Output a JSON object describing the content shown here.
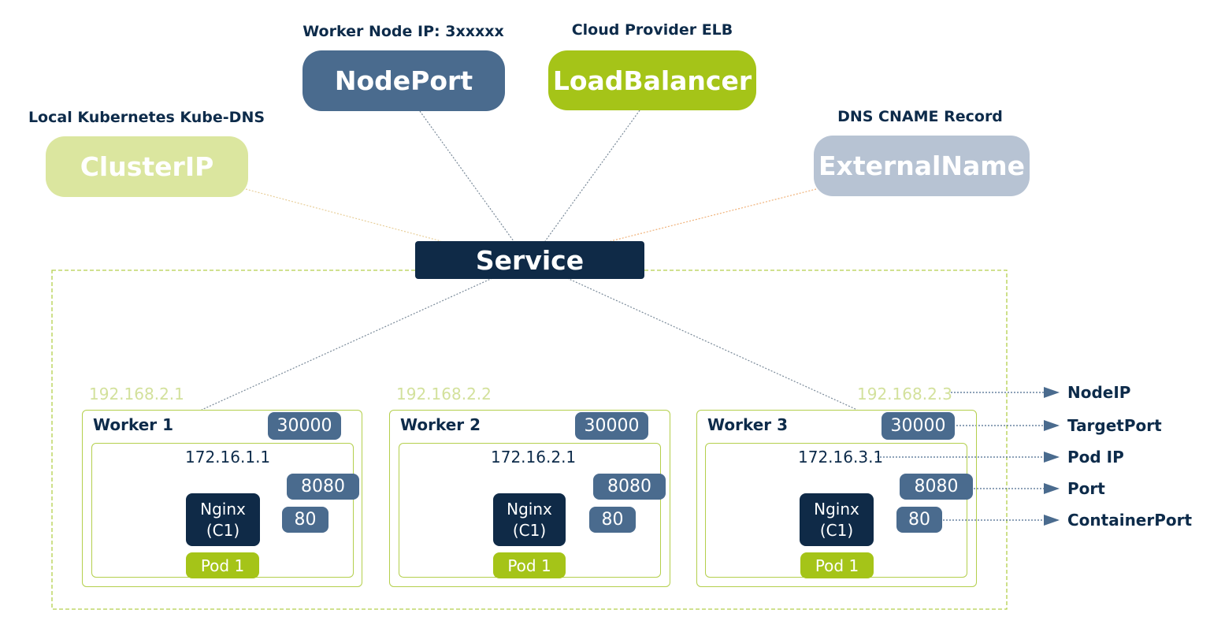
{
  "service_types": {
    "nodeport": {
      "label": "NodePort",
      "caption": "Worker Node IP: 3xxxxx"
    },
    "loadbalancer": {
      "label": "LoadBalancer",
      "caption": "Cloud Provider ELB"
    },
    "clusterip": {
      "label": "ClusterIP",
      "caption": "Local Kubernetes Kube-DNS"
    },
    "externalname": {
      "label": "ExternalName",
      "caption": "DNS CNAME Record"
    }
  },
  "service": {
    "label": "Service"
  },
  "workers": [
    {
      "name": "Worker 1",
      "node_ip": "192.168.2.1",
      "target_port": "30000",
      "pod_ip": "172.16.1.1",
      "port": "8080",
      "container_port": "80",
      "container_line1": "Nginx",
      "container_line2": "(C1)",
      "pod": "Pod 1"
    },
    {
      "name": "Worker 2",
      "node_ip": "192.168.2.2",
      "target_port": "30000",
      "pod_ip": "172.16.2.1",
      "port": "8080",
      "container_port": "80",
      "container_line1": "Nginx",
      "container_line2": "(C1)",
      "pod": "Pod 1"
    },
    {
      "name": "Worker 3",
      "node_ip": "192.168.2.3",
      "target_port": "30000",
      "pod_ip": "172.16.3.1",
      "port": "8080",
      "container_port": "80",
      "container_line1": "Nginx",
      "container_line2": "(C1)",
      "pod": "Pod 1"
    }
  ],
  "legend": {
    "node_ip": "NodeIP",
    "target_port": "TargetPort",
    "pod_ip": "Pod IP",
    "port": "Port",
    "container_port": "ContainerPort"
  },
  "colors": {
    "navy": "#0f2a47",
    "steel_blue": "#4a6b8e",
    "lime": "#a5c418",
    "pale_lime": "#dbe69f",
    "pale_blue": "#b7c3d3",
    "ip_label": "#d3e19c",
    "border_green": "#b4cf4c"
  }
}
